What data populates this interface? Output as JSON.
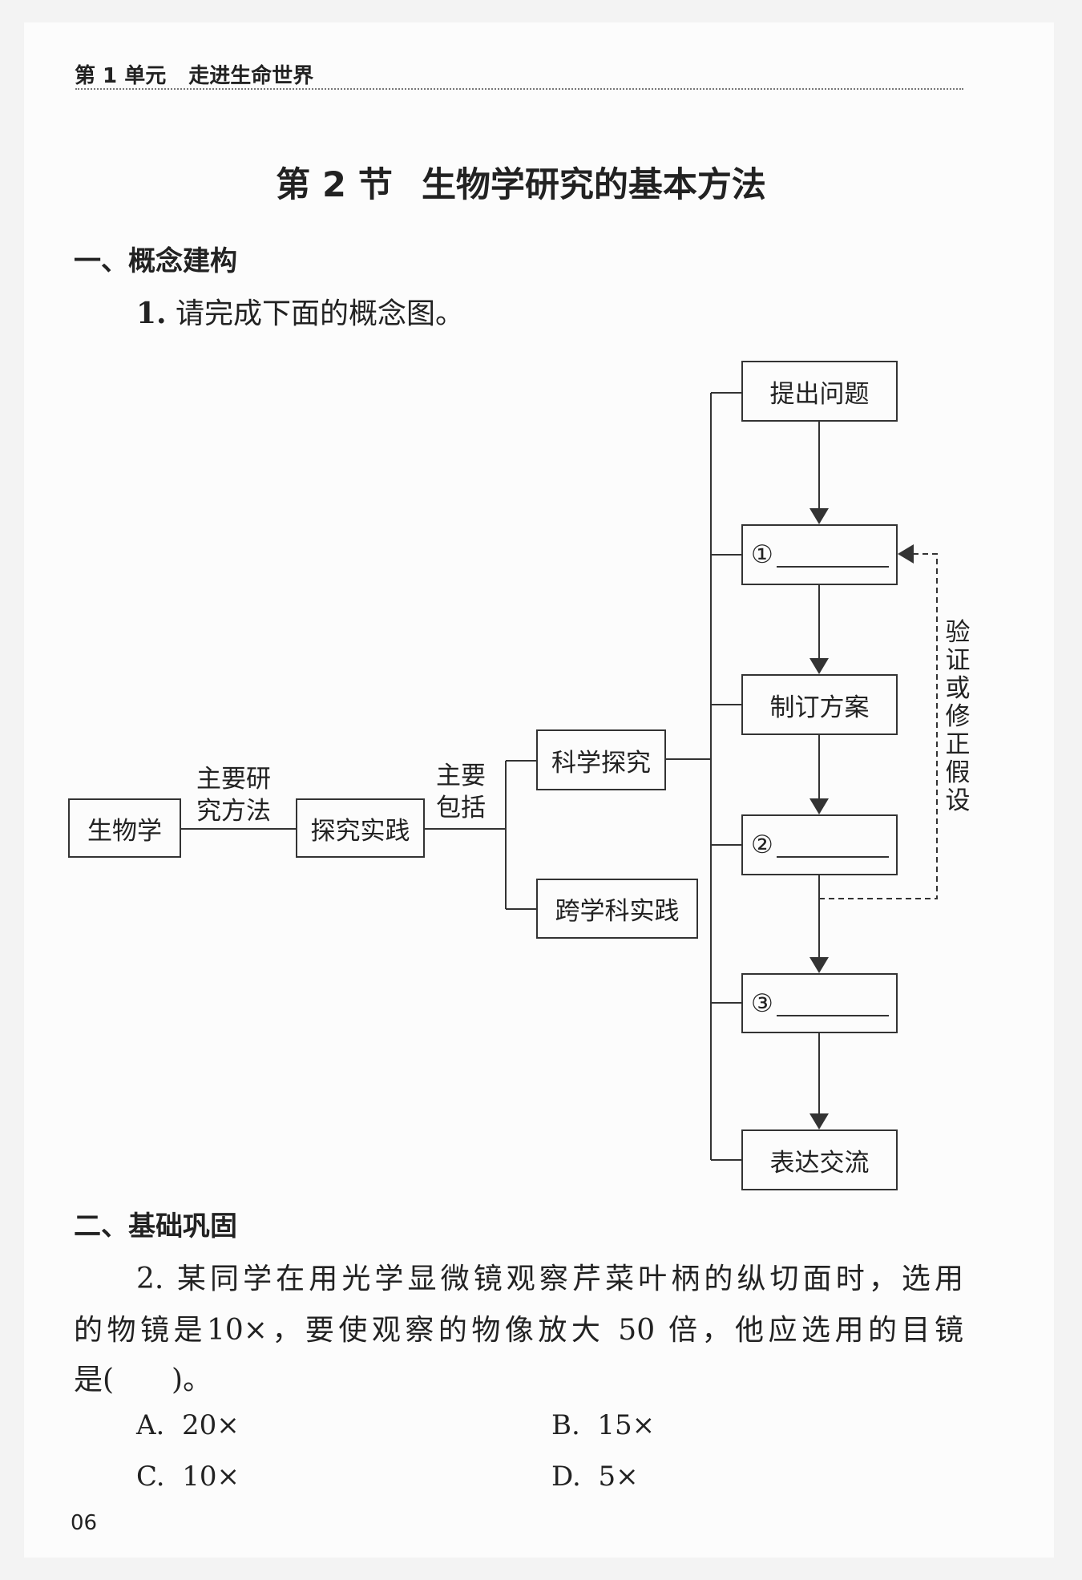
{
  "header": {
    "unit": "第 1 单元",
    "unit_title": "走进生命世界"
  },
  "title": {
    "section": "第 2 节",
    "name": "生物学研究的基本方法"
  },
  "part1": {
    "heading": "一、概念建构",
    "q1_num": "1.",
    "q1_text": "请完成下面的概念图。"
  },
  "diagram": {
    "root": "生物学",
    "edge1": [
      "主要研",
      "究方法"
    ],
    "method": "探究实践",
    "edge2": [
      "主要",
      "包括"
    ],
    "branches": [
      "科学探究",
      "跨学科实践"
    ],
    "steps": [
      "提出问题",
      "①",
      "制订方案",
      "②",
      "③",
      "表达交流"
    ],
    "loop_label": "验证或修正假设"
  },
  "part2": {
    "heading": "二、基础巩固",
    "q2_lines": [
      "2. 某同学在用光学显微镜观察芹菜叶柄的纵切面时，选用",
      "的物镜是10×，要使观察的物像放大 50 倍，他应选用的目镜",
      "是(　　)。"
    ],
    "options": [
      {
        "letter": "A.",
        "value": "20×"
      },
      {
        "letter": "B.",
        "value": "15×"
      },
      {
        "letter": "C.",
        "value": "10×"
      },
      {
        "letter": "D.",
        "value": "5×"
      }
    ]
  },
  "page_number": "06"
}
